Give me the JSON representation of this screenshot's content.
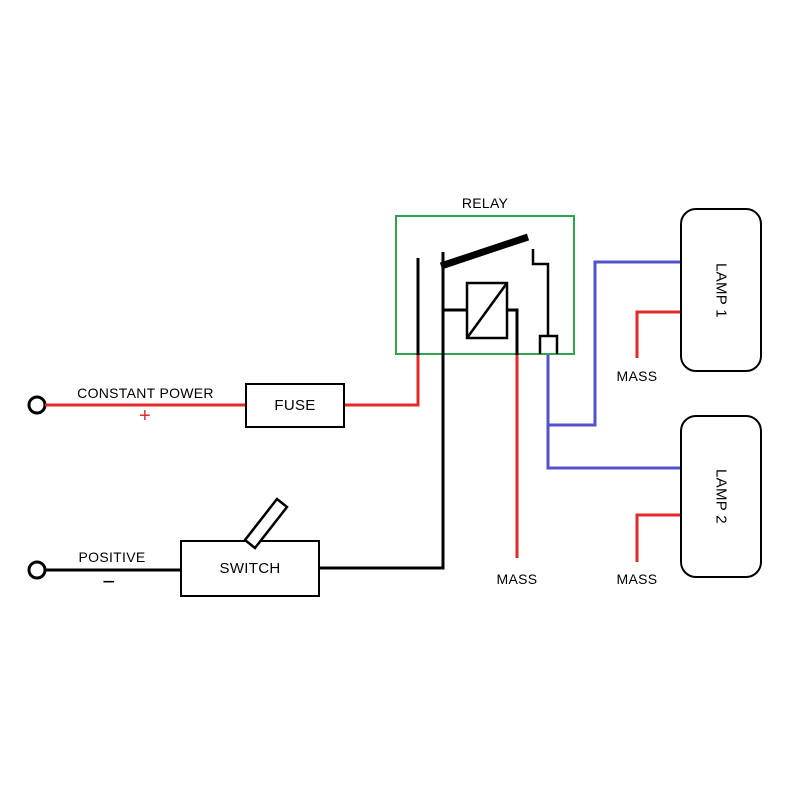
{
  "diagram": {
    "relay": {
      "label": "RELAY"
    },
    "fuse": {
      "label": "FUSE"
    },
    "switch": {
      "label": "SWITCH"
    },
    "lamp1": {
      "label": "LAMP 1"
    },
    "lamp2": {
      "label": "LAMP 2"
    },
    "constant_power": {
      "label": "CONSTANT POWER",
      "polarity": "+"
    },
    "positive": {
      "label": "POSITIVE",
      "polarity": "−"
    },
    "grounds": {
      "relay": "MASS",
      "lamp1": "MASS",
      "lamp2": "MASS"
    }
  },
  "colors": {
    "wire_red": "#e22a2a",
    "wire_blue": "#5252cc",
    "wire_black": "#000000",
    "relay_green": "#2ea44f",
    "background": "#ffffff"
  }
}
